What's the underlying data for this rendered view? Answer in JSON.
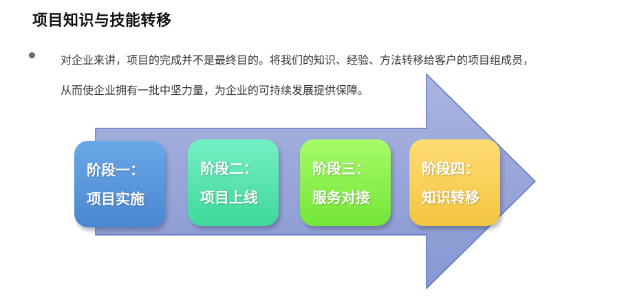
{
  "title": "项目知识与技能转移",
  "paragraph": {
    "line1": "对企业来讲，项目的完成并不是最终目的。将我们的知识、经验、方法转移给客户的项目组成员，",
    "line2": "从而使企业拥有一批中坚力量，为企业的可持续发展提供保障。"
  },
  "stages": [
    {
      "label": "阶段一：",
      "text": "项目实施",
      "color": "#5b97de"
    },
    {
      "label": "阶段二：",
      "text": "项目上线",
      "color": "#52e3ae"
    },
    {
      "label": "阶段三：",
      "text": "服务对接",
      "color": "#8ef04f"
    },
    {
      "label": "阶段四：",
      "text": "知识转移",
      "color": "#f8d159"
    }
  ],
  "arrow_color": "#8d9ed6"
}
